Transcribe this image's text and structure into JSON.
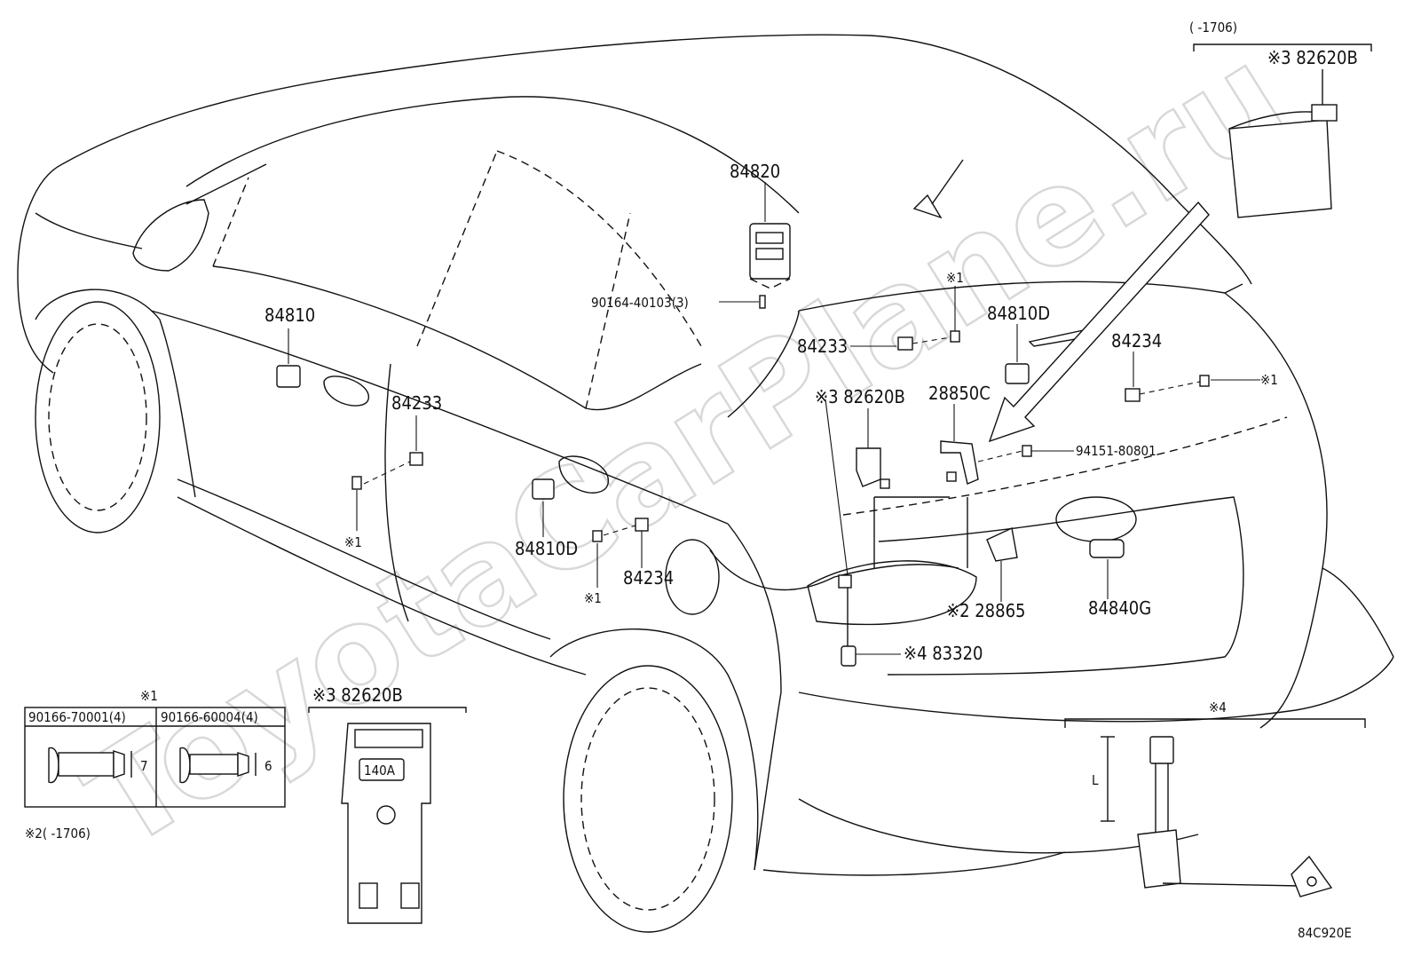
{
  "watermark": "ToyotaCarPlane.ru",
  "labels": {
    "p84820": "84820",
    "p90164": "90164-40103(3)",
    "p84810": "84810",
    "p84233_left": "84233",
    "note1_left": "※1",
    "p84810D_left": "84810D",
    "p84234_left": "84234",
    "note1_mid": "※1",
    "note1_top": "※1",
    "p84233_right": "84233",
    "p84810D_right": "84810D",
    "p84234_right": "84234",
    "note1_right": "※1",
    "p82620B_mid": "※3 82620B",
    "p28850C": "28850C",
    "p94151": "94151-80801",
    "p28865": "※2 28865",
    "p84840G": "84840G",
    "p83320": "※4 83320",
    "top_range": "(      -1706)",
    "p82620B_top": "※3 82620B",
    "inset1_title": "※1",
    "inset1_col1": "90166-70001(4)",
    "inset1_col2": "90166-60004(4)",
    "inset1_dim1": "7",
    "inset1_dim2": "6",
    "note2": "※2(      -1706)",
    "inset3_title": "※3 82620B",
    "inset3_fuse": "140A",
    "inset4_title": "※4",
    "inset4_dim": "L",
    "diagram_code": "84C920E"
  }
}
